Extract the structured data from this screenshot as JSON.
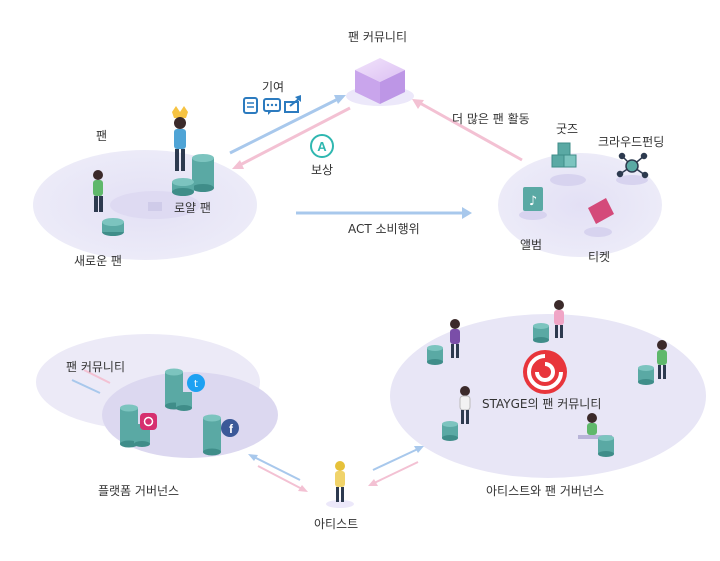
{
  "top": {
    "fan_community": "팬 커뮤니티",
    "contribution": "기여",
    "reward": "보상",
    "reward_badge": "A",
    "more_fan_activity": "더 많은 팬 활동",
    "fan": "팬",
    "loyal_fan": "로얄 팬",
    "new_fan": "새로운 팬",
    "act_spending": "ACT 소비행위",
    "goods": "굿즈",
    "crowdfunding": "크라우드펀딩",
    "album": "앨범",
    "ticket": "티켓"
  },
  "bottom": {
    "fan_community": "팬 커뮤니티",
    "platform_governance": "플랫폼 거버넌스",
    "artist": "아티스트",
    "stayge_community": "STAYGE의 팬 커뮤니티",
    "artist_fan_governance": "아티스트와 팬 거버넌스"
  },
  "colors": {
    "ellipse": "#e8e6f6",
    "ellipse_dark": "#d9d6f0",
    "arrow_blue": "#a8c8ec",
    "arrow_pink": "#f3c1d3",
    "coin": "#5aa9a4",
    "coin_edge": "#3f8d89",
    "cube": "#d9b6f2",
    "stayge_red": "#e8353b",
    "twitter": "#1da1f2",
    "facebook": "#3b5998",
    "instagram": "#d6306f"
  }
}
